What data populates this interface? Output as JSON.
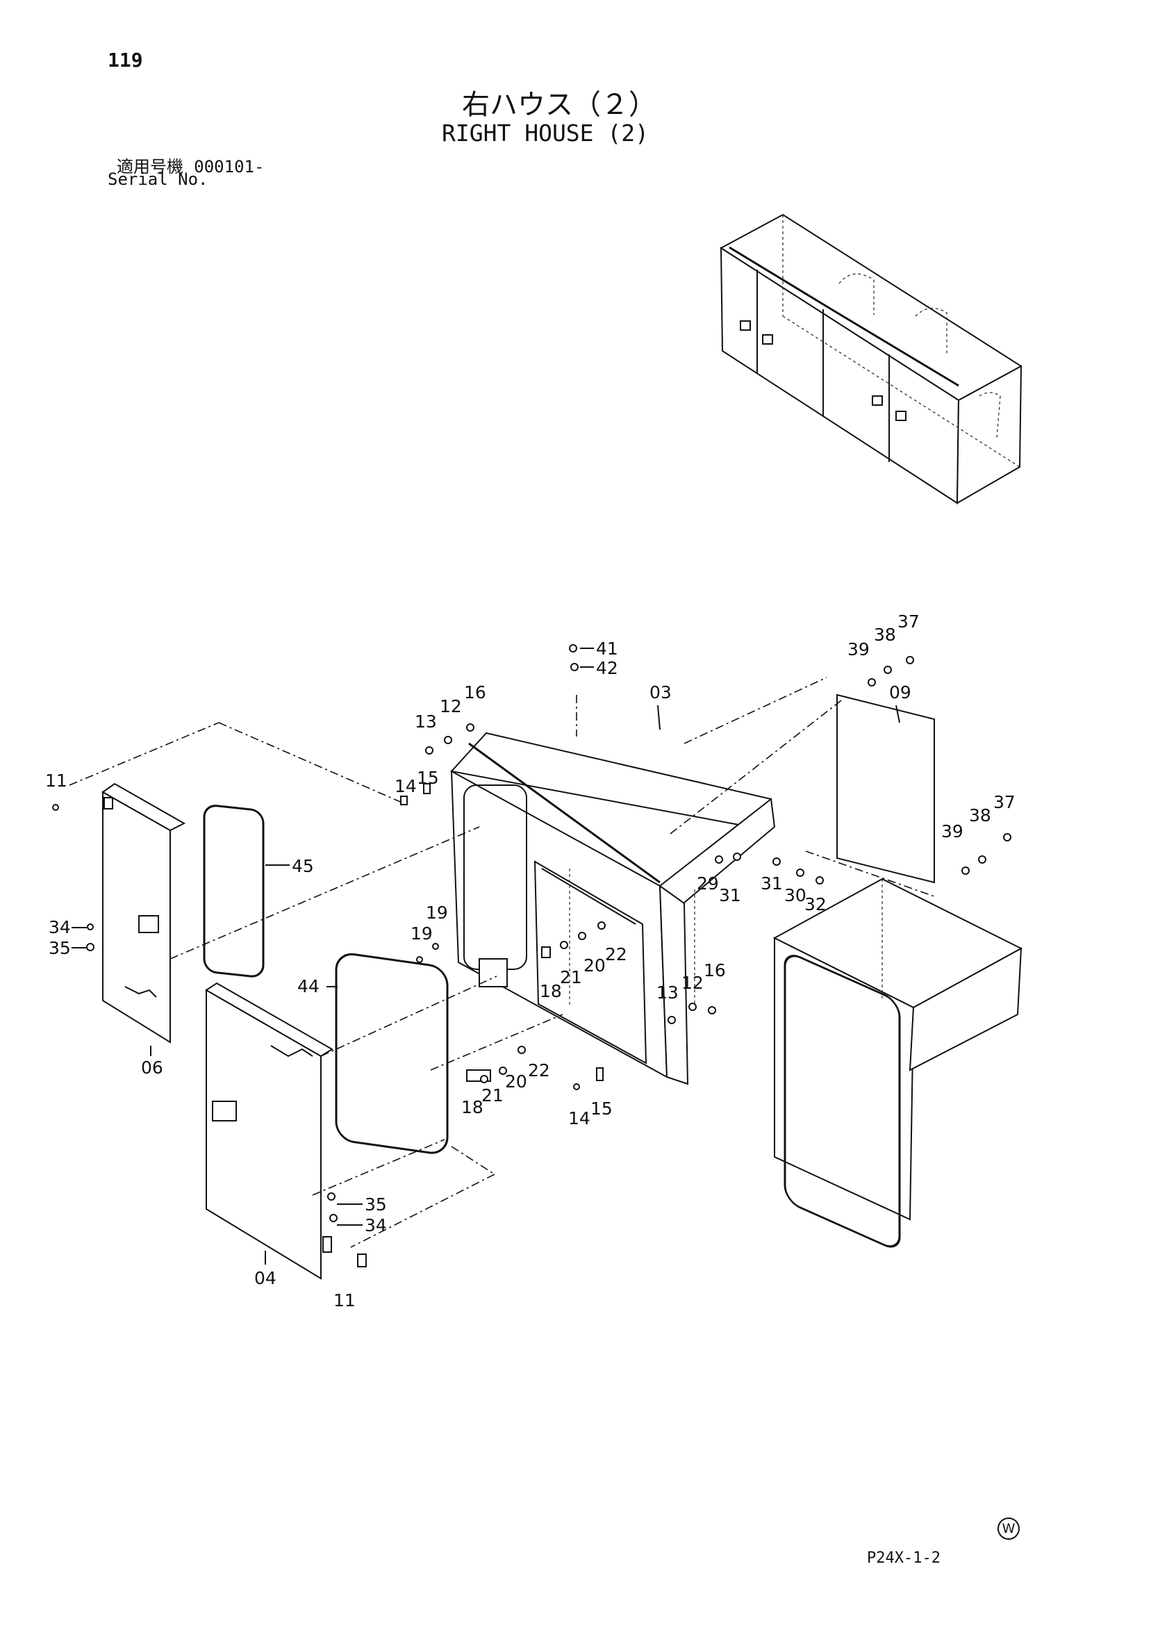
{
  "header": {
    "page_number": "119",
    "title_jp": "右ハウス（２）",
    "title_en": "RIGHT HOUSE (2)",
    "serial_label_jp": "適用号機",
    "serial_value": "000101-",
    "serial_label_en": "Serial No."
  },
  "footer": {
    "code": "P24X-1-2",
    "mark": "W"
  },
  "callouts": {
    "c11a": "11",
    "c11b": "11",
    "c34a": "34",
    "c35a": "35",
    "c34b": "34",
    "c35b": "35",
    "c06": "06",
    "c04": "04",
    "c45": "45",
    "c44": "44",
    "c41": "41",
    "c42": "42",
    "c03": "03",
    "c09": "09",
    "c13a": "13",
    "c12a": "12",
    "c16a": "16",
    "c14a": "14",
    "c15a": "15",
    "c19a": "19",
    "c19b": "19",
    "c18a": "18",
    "c21a": "21",
    "c20a": "20",
    "c22a": "22",
    "c18b": "18",
    "c21b": "21",
    "c20b": "20",
    "c22b": "22",
    "c13b": "13",
    "c12b": "12",
    "c16b": "16",
    "c14b": "14",
    "c15b": "15",
    "c29": "29",
    "c31a": "31",
    "c31b": "31",
    "c30": "30",
    "c32": "32",
    "c39a": "39",
    "c38a": "38",
    "c37a": "37",
    "c39b": "39",
    "c38b": "38",
    "c37b": "37"
  }
}
